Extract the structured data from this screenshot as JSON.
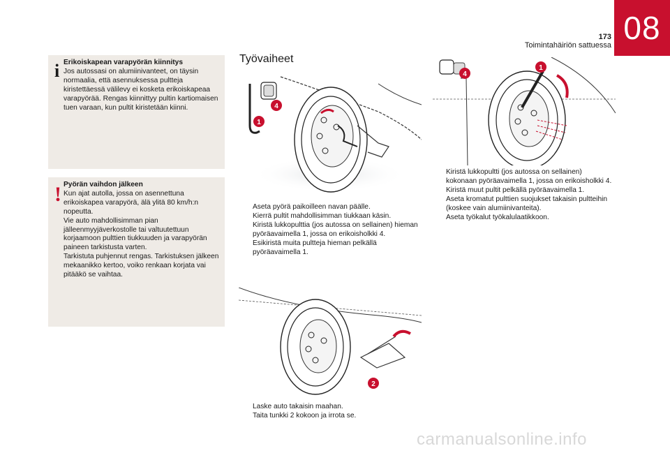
{
  "header": {
    "chapter_number": "08",
    "page_number": "173",
    "chapter_title": "Toimintahäiriön sattuessa"
  },
  "info_box": {
    "icon": "info-icon",
    "title": "Erikoiskapean varapyörän kiinnitys",
    "text": "Jos autossasi on alumiinivanteet, on täysin normaalia, että asennuksessa pultteja kiristettäessä välilevy ei kosketa erikoiskapeaa varapyörää. Rengas kiinnittyy pultin kartiomaisen tuen varaan, kun pultit kiristetään kiinni."
  },
  "warning_box": {
    "icon": "warning-icon",
    "title": "Pyörän vaihdon jälkeen",
    "paragraphs": [
      "Kun ajat autolla, jossa on asennettuna erikoiskapea varapyörä, älä ylitä 80 km/h:n nopeutta.",
      "Vie auto mahdollisimman pian jälleenmyyjäverkostolle tai valtuutettuun korjaamoon pulttien tiukkuuden ja varapyörän paineen tarkistusta varten.",
      "Tarkistuta puhjennut rengas. Tarkistuksen jälkeen mekaanikko kertoo, voiko renkaan korjata vai pitääkö se vaihtaa."
    ]
  },
  "section_title": "Työvaiheet",
  "callouts": {
    "one": "1",
    "two": "2",
    "four": "4"
  },
  "steps_1": [
    "Aseta pyörä paikoilleen navan päälle.",
    "Kierrä pultit mahdollisimman tiukkaan käsin.",
    "Kiristä lukkopulttia (jos autossa on sellainen) hieman pyöräavaimella 1, jossa on erikoisholkki 4.",
    "Esikiristä muita pultteja hieman pelkällä pyöräavaimella 1."
  ],
  "steps_2": [
    "Laske auto takaisin maahan.",
    "Taita tunkki 2 kokoon ja irrota se."
  ],
  "steps_3": [
    "Kiristä lukkopultti (jos autossa on sellainen) kokonaan pyöräavaimella 1, jossa on erikoisholkki 4.",
    "Kiristä muut pultit pelkällä pyöräavaimella 1.",
    "Aseta kromatut pulttien suojukset takaisin pultteihin (koskee vain alumiinivanteita).",
    "Aseta työkalut työkalulaatikkoon."
  ],
  "bullet_glyph": "",
  "watermark": "carmanualsonline.info",
  "colors": {
    "accent": "#c8102e",
    "box_bg": "#efebe6"
  }
}
